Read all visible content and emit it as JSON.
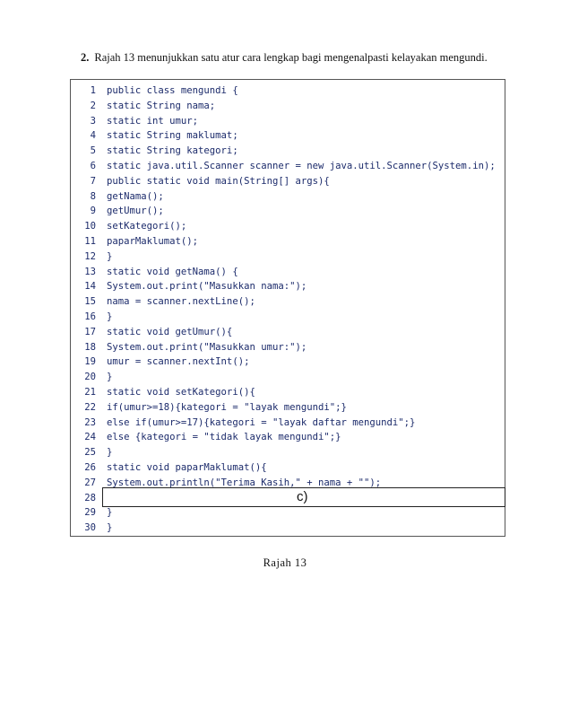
{
  "question": {
    "number": "2.",
    "text": "Rajah 13 menunjukkan satu atur cara lengkap bagi mengenalpasti kelayakan mengundi."
  },
  "code_lines": [
    {
      "n": "1",
      "code": "public class mengundi {"
    },
    {
      "n": "2",
      "code": "static String nama;"
    },
    {
      "n": "3",
      "code": "static int umur;"
    },
    {
      "n": "4",
      "code": "static String maklumat;"
    },
    {
      "n": "5",
      "code": "static String kategori;"
    },
    {
      "n": "6",
      "code": "static java.util.Scanner scanner = new java.util.Scanner(System.in);"
    },
    {
      "n": "7",
      "code": "public static void main(String[] args){"
    },
    {
      "n": "8",
      "code": "getNama();"
    },
    {
      "n": "9",
      "code": "getUmur();"
    },
    {
      "n": "10",
      "code": "setKategori();"
    },
    {
      "n": "11",
      "code": "paparMaklumat();"
    },
    {
      "n": "12",
      "code": "}"
    },
    {
      "n": "13",
      "code": "static void getNama() {"
    },
    {
      "n": "14",
      "code": "System.out.print(\"Masukkan nama:\");"
    },
    {
      "n": "15",
      "code": "nama = scanner.nextLine();"
    },
    {
      "n": "16",
      "code": "}"
    },
    {
      "n": "17",
      "code": "static void getUmur(){"
    },
    {
      "n": "18",
      "code": "System.out.print(\"Masukkan umur:\");"
    },
    {
      "n": "19",
      "code": "umur = scanner.nextInt();"
    },
    {
      "n": "20",
      "code": "}"
    },
    {
      "n": "21",
      "code": "static void setKategori(){"
    },
    {
      "n": "22",
      "code": "if(umur>=18){kategori = \"layak mengundi\";}"
    },
    {
      "n": "23",
      "code": "else if(umur>=17){kategori = \"layak daftar mengundi\";}"
    },
    {
      "n": "24",
      "code": "else {kategori = \"tidak layak mengundi\";}"
    },
    {
      "n": "25",
      "code": "}"
    },
    {
      "n": "26",
      "code": "static void paparMaklumat(){"
    },
    {
      "n": "27",
      "code": "System.out.println(\"Terima Kasih,\" + nama + \"\");"
    },
    {
      "n": "28",
      "code": ""
    },
    {
      "n": "29",
      "code": "}"
    },
    {
      "n": "30",
      "code": "}"
    }
  ],
  "answer_blank": {
    "label": "c)"
  },
  "caption": "Rajah 13"
}
